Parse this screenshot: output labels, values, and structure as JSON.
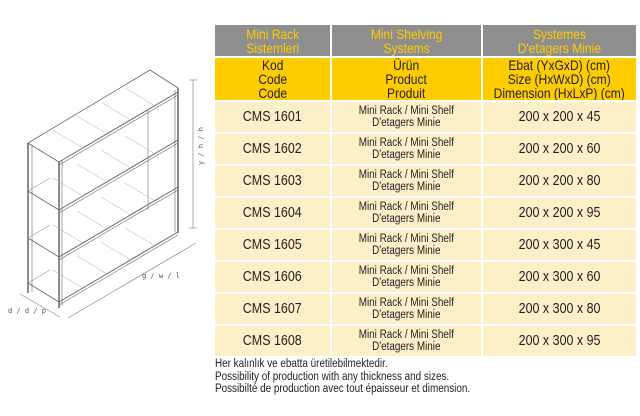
{
  "header": {
    "row1": [
      "Mini Rack|Sistemleri",
      "Mini Shelving|Systems",
      "Systemes|D'etagers Minie"
    ],
    "row2": [
      [
        "Kod",
        "Code",
        "Code"
      ],
      [
        "Ürün",
        "Product",
        "Produit"
      ],
      [
        "Ebat (YxGxD) (cm)",
        "Size (HxWxD) (cm)",
        "Dimension (HxLxP) (cm)"
      ]
    ]
  },
  "h1": {
    "a1": "Mini Rack",
    "a2": "Sistemleri",
    "b1": "Mini Shelving",
    "b2": "Systems",
    "c1": "Systemes",
    "c2": "D'etagers Minie"
  },
  "rows": [
    {
      "code": "CMS 1601",
      "p1": "Mini Rack / Mini Shelf",
      "p2": "D'etagers Minie",
      "size": "200 x 200 x 45"
    },
    {
      "code": "CMS 1602",
      "p1": "Mini Rack / Mini Shelf",
      "p2": "D'etagers Minie",
      "size": "200 x 200 x 60"
    },
    {
      "code": "CMS 1603",
      "p1": "Mini Rack / Mini Shelf",
      "p2": "D'etagers Minie",
      "size": "200 x 200 x 80"
    },
    {
      "code": "CMS 1604",
      "p1": "Mini Rack / Mini Shelf",
      "p2": "D'etagers Minie",
      "size": "200 x 200 x 95"
    },
    {
      "code": "CMS 1605",
      "p1": "Mini Rack / Mini Shelf",
      "p2": "D'etagers Minie",
      "size": "200 x 300 x 45"
    },
    {
      "code": "CMS 1606",
      "p1": "Mini Rack / Mini Shelf",
      "p2": "D'etagers Minie",
      "size": "200 x 300 x 60"
    },
    {
      "code": "CMS 1607",
      "p1": "Mini Rack / Mini Shelf",
      "p2": "D'etagers Minie",
      "size": "200 x 300 x 80"
    },
    {
      "code": "CMS 1608",
      "p1": "Mini Rack / Mini Shelf",
      "p2": "D'etagers Minie",
      "size": "200 x 300 x 95"
    }
  ],
  "footer": [
    "Her kalınlık ve ebatta üretilebilmektedir.",
    "Possibility of production with any thickness and sizes.",
    "Possibilté de production avec tout épaisseur et dimension."
  ],
  "drawing": {
    "height_label": "y / h / h",
    "width_label": "g / w / l",
    "depth_label": "d / d / p"
  },
  "colors": {
    "header_gray": "#8e8e8e",
    "accent_yellow": "#ffcc00",
    "row_bg": "#fdefc8"
  }
}
